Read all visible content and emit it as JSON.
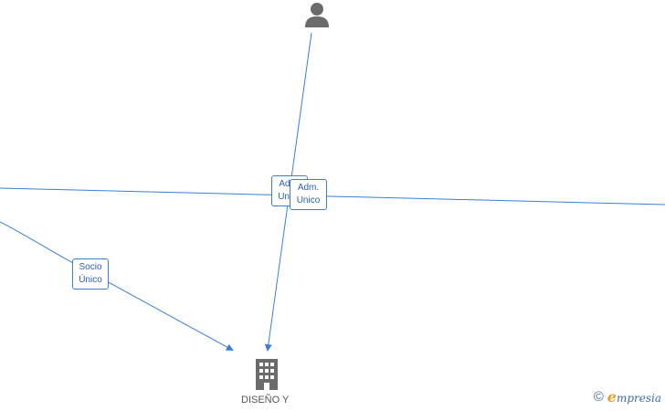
{
  "nodes": {
    "person": {
      "icon": "person-icon"
    },
    "company": {
      "icon": "building-icon",
      "label": "DISEÑO Y"
    }
  },
  "edges": {
    "adm_1": {
      "line1": "Adm.",
      "line2": "Unico"
    },
    "adm_2": {
      "line1": "Adm.",
      "line2": "Unico"
    },
    "socio": {
      "line1": "Socio",
      "line2": "Único"
    }
  },
  "colors": {
    "edge": "#3b7dd8",
    "icon": "#6b6b6b"
  },
  "watermark": {
    "copyright": "©",
    "brand_initial": "e",
    "brand_rest": "mpresia"
  }
}
